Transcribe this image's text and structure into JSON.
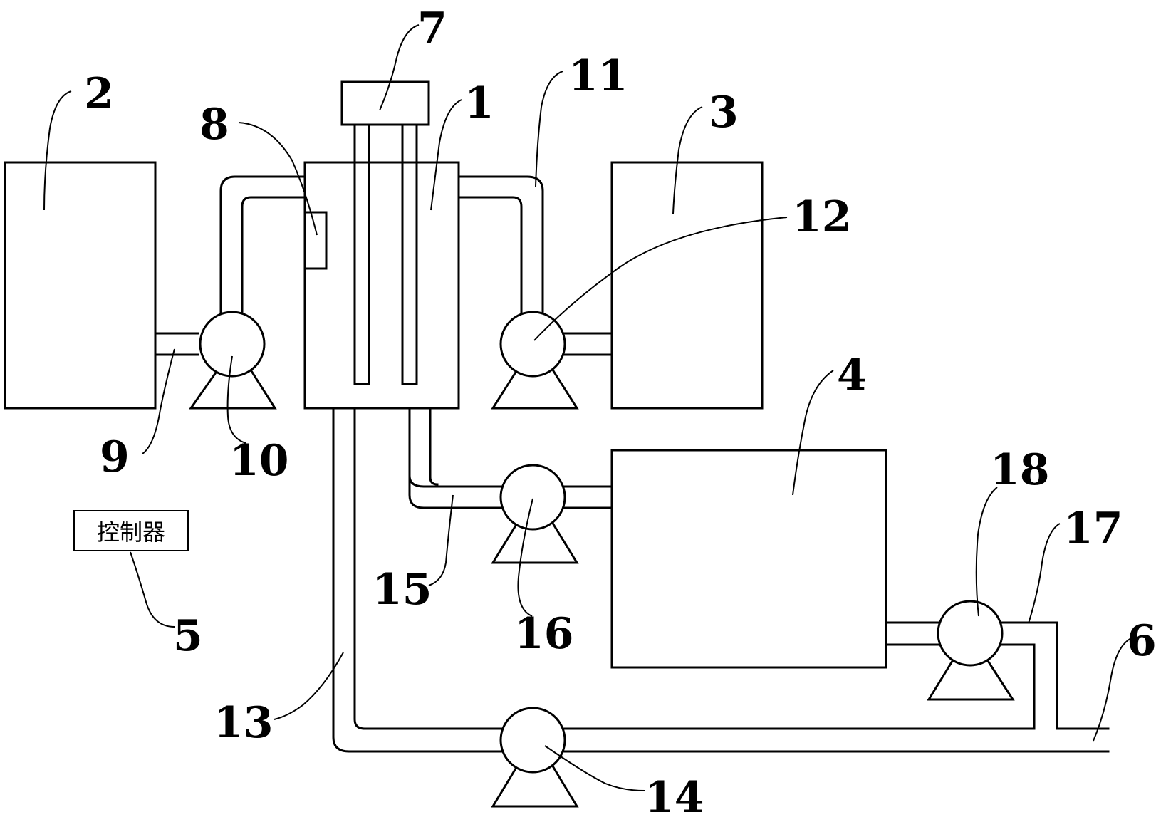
{
  "controller": {
    "text": "控制器"
  },
  "labels": {
    "n1": "1",
    "n2": "2",
    "n3": "3",
    "n4": "4",
    "n5": "5",
    "n6": "6",
    "n7": "7",
    "n8": "8",
    "n9": "9",
    "n10": "10",
    "n11": "11",
    "n12": "12",
    "n13": "13",
    "n14": "14",
    "n15": "15",
    "n16": "16",
    "n17": "17",
    "n18": "18"
  }
}
